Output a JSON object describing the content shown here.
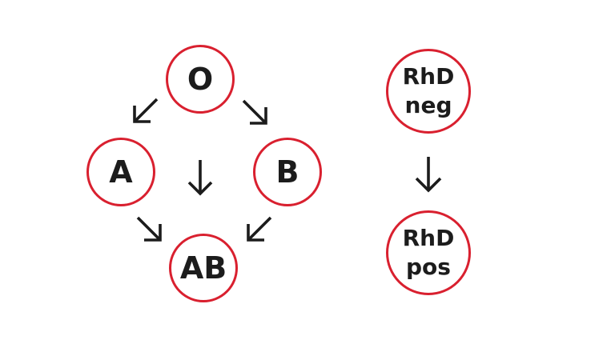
{
  "colors": {
    "ring": "#d9202f",
    "text": "#1c1c1c",
    "arrow": "#1c1c1c",
    "background": "#ffffff"
  },
  "abo": {
    "o": "O",
    "a": "A",
    "b": "B",
    "ab": "AB"
  },
  "rhd": {
    "neg": {
      "line1": "RhD",
      "line2": "neg"
    },
    "pos": {
      "line1": "RhD",
      "line2": "pos"
    }
  },
  "edges": [
    {
      "from": "O",
      "to": "A"
    },
    {
      "from": "O",
      "to": "B"
    },
    {
      "from": "O",
      "to": "AB"
    },
    {
      "from": "A",
      "to": "AB"
    },
    {
      "from": "B",
      "to": "AB"
    },
    {
      "from": "RhD neg",
      "to": "RhD pos"
    }
  ],
  "icons": [
    "arrow-down-left-icon",
    "arrow-down-right-icon",
    "arrow-down-icon"
  ]
}
